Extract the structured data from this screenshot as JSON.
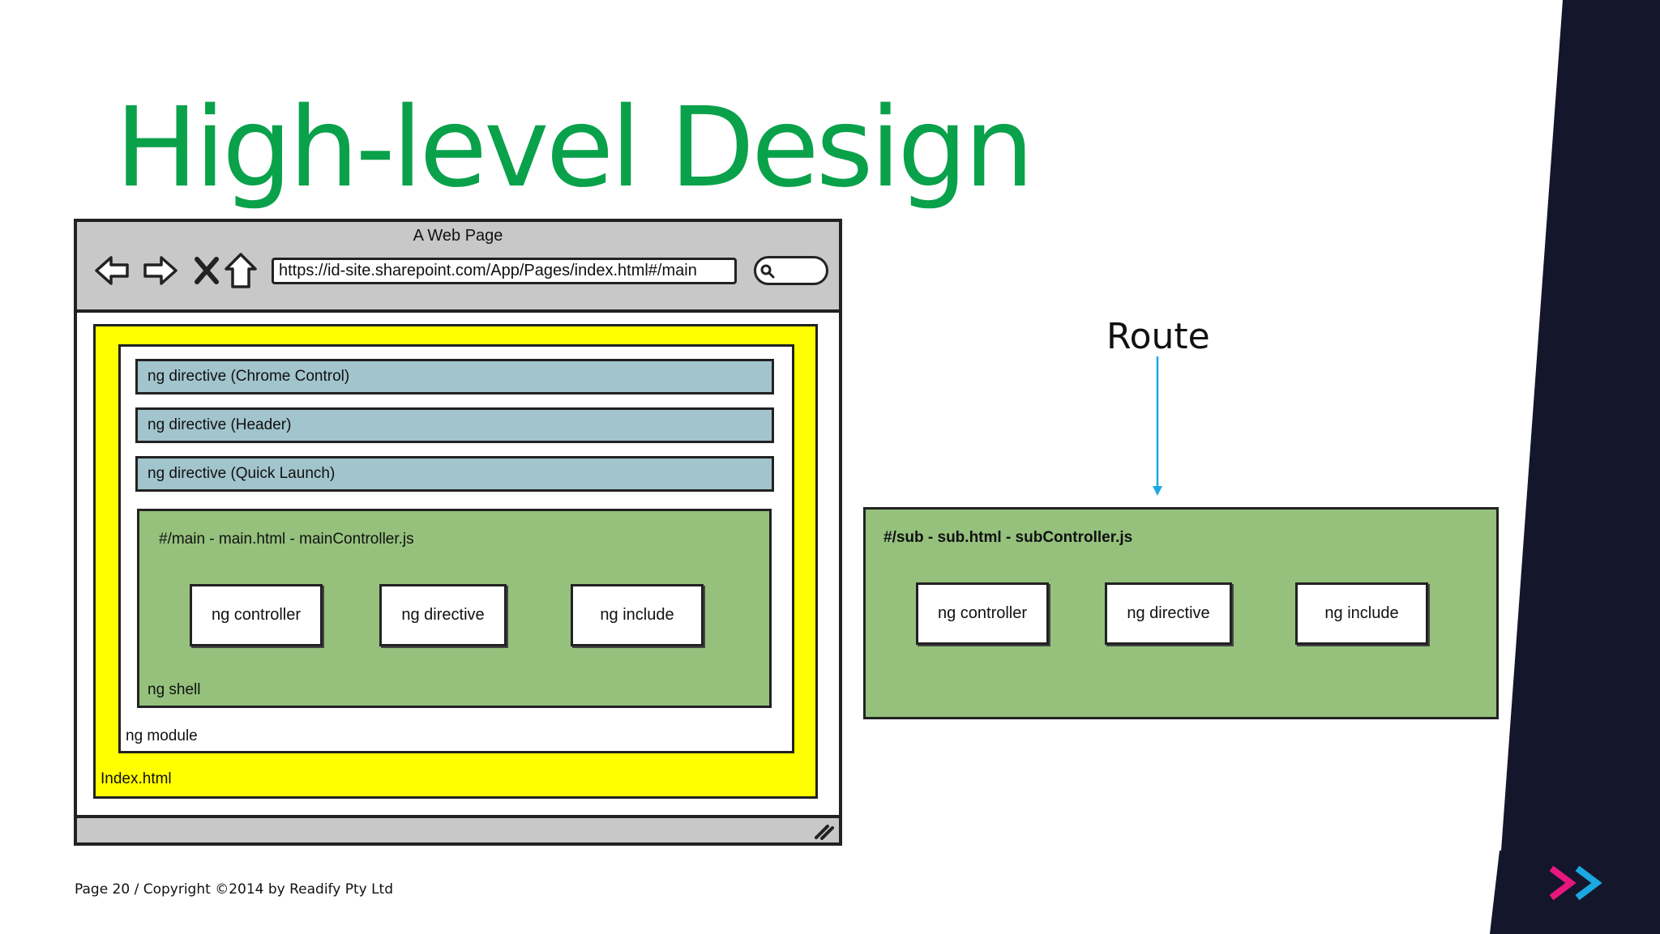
{
  "slide": {
    "title": "High-level Design",
    "footer": "Page 20 / Copyright ©2014 by Readify Pty Ltd",
    "logo_icon": "readify-double-chevron-logo"
  },
  "colors": {
    "title_green": "#0aa14b",
    "dark_band": "#14162b",
    "highlight_yellow": "#ffff00",
    "directive_blue": "#a2c4cd",
    "shell_green": "#95c17d",
    "route_arrow": "#1ba8e0",
    "logo_pink": "#e8177d",
    "logo_blue": "#1ba8e0"
  },
  "browser": {
    "window_title": "A Web Page",
    "url": "https://id-site.sharepoint.com/App/Pages/index.html#/main",
    "nav_icons": [
      "back-arrow-icon",
      "forward-arrow-icon",
      "close-icon",
      "home-icon"
    ],
    "search_icon": "search-icon",
    "resize_icon": "resize-grip-icon",
    "index_label": "Index.html",
    "module_label": "ng module",
    "directives": [
      "ng directive (Chrome Control)",
      "ng directive (Header)",
      "ng directive (Quick Launch)"
    ],
    "shell": {
      "route_label": "#/main - main.html - mainController.js",
      "label": "ng shell",
      "cards": [
        "ng controller",
        "ng directive",
        "ng include"
      ]
    }
  },
  "route": {
    "label": "Route",
    "sub": {
      "route_label": "#/sub - sub.html - subController.js",
      "cards": [
        "ng controller",
        "ng directive",
        "ng include"
      ]
    }
  }
}
